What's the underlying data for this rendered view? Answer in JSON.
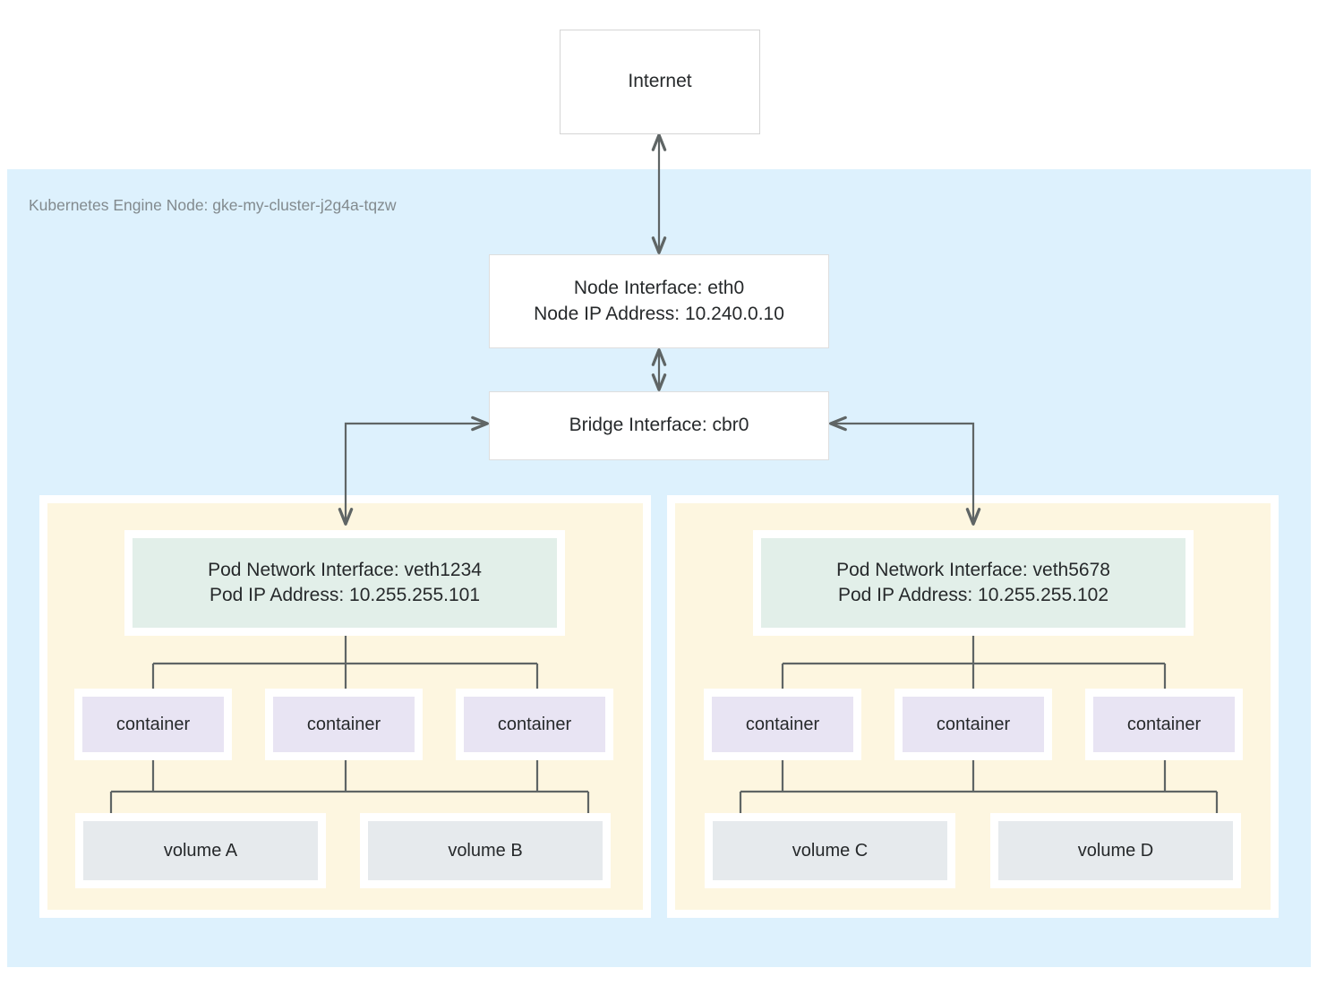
{
  "diagram": {
    "title_label": "Kubernetes Engine Node: gke-my-cluster-j2g4a-tqzw",
    "internet": {
      "label": "Internet"
    },
    "node_interface": {
      "line1": "Node Interface: eth0",
      "line2": "Node IP Address: 10.240.0.10"
    },
    "bridge": {
      "label": "Bridge Interface: cbr0"
    },
    "pods": [
      {
        "netiface_line1": "Pod Network Interface: veth1234",
        "netiface_line2": "Pod IP Address: 10.255.255.101",
        "containers": [
          {
            "label": "container"
          },
          {
            "label": "container"
          },
          {
            "label": "container"
          }
        ],
        "volumes": [
          {
            "label": "volume A"
          },
          {
            "label": "volume B"
          }
        ]
      },
      {
        "netiface_line1": "Pod Network Interface: veth5678",
        "netiface_line2": "Pod IP Address: 10.255.255.102",
        "containers": [
          {
            "label": "container"
          },
          {
            "label": "container"
          },
          {
            "label": "container"
          }
        ],
        "volumes": [
          {
            "label": "volume C"
          },
          {
            "label": "volume D"
          }
        ]
      }
    ],
    "colors": {
      "node_background": "#ddf1fd",
      "pod_background": "#fdf6e0",
      "pod_interface_fill": "#e2efe9",
      "container_fill": "#e8e4f3",
      "volume_fill": "#e6eaed",
      "box_fill": "#ffffff",
      "box_border": "#dedede",
      "edge_stroke": "#5f6565",
      "text": "#26292b",
      "label_text": "#828a8e"
    }
  }
}
